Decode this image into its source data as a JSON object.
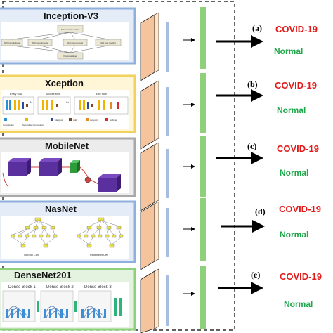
{
  "colors": {
    "covid": "#e21a1a",
    "normal": "#1fa84a",
    "green_bar": "#8fd07a",
    "orange_block": "#f6c49c",
    "blue_strip": "#a8bde0"
  },
  "models": [
    {
      "title": "Inception-V3",
      "tag": "(a)",
      "covid": "COVID-19",
      "normal": "Normal",
      "sub": [
        "Filter concatenation",
        "3x3 convolutions",
        "3x3 convolutions",
        "3x3 convolutions",
        "3x3 max pooling",
        "Previous layer"
      ]
    },
    {
      "title": "Xception",
      "tag": "(b)",
      "covid": "COVID-19",
      "normal": "Normal",
      "sub": [
        "Entry flow",
        "Middle flow",
        "Exit flow",
        "3x",
        "8x",
        "Convolution",
        "Separable Convolution",
        "Maxpool",
        "Add",
        "Avgpool",
        "Softmax"
      ]
    },
    {
      "title": "MobileNet",
      "tag": "(c)",
      "covid": "COVID-19",
      "normal": "Normal",
      "sub": []
    },
    {
      "title": "NasNet",
      "tag": "(d)",
      "covid": "COVID-19",
      "normal": "Normal",
      "sub": [
        "Normal Cell",
        "Reduction Cell"
      ]
    },
    {
      "title": "DenseNet201",
      "tag": "(e)",
      "covid": "COVID-19",
      "normal": "Normal",
      "sub": [
        "Dense Block 1",
        "Dense Block 2",
        "Dense Block 3"
      ]
    }
  ]
}
